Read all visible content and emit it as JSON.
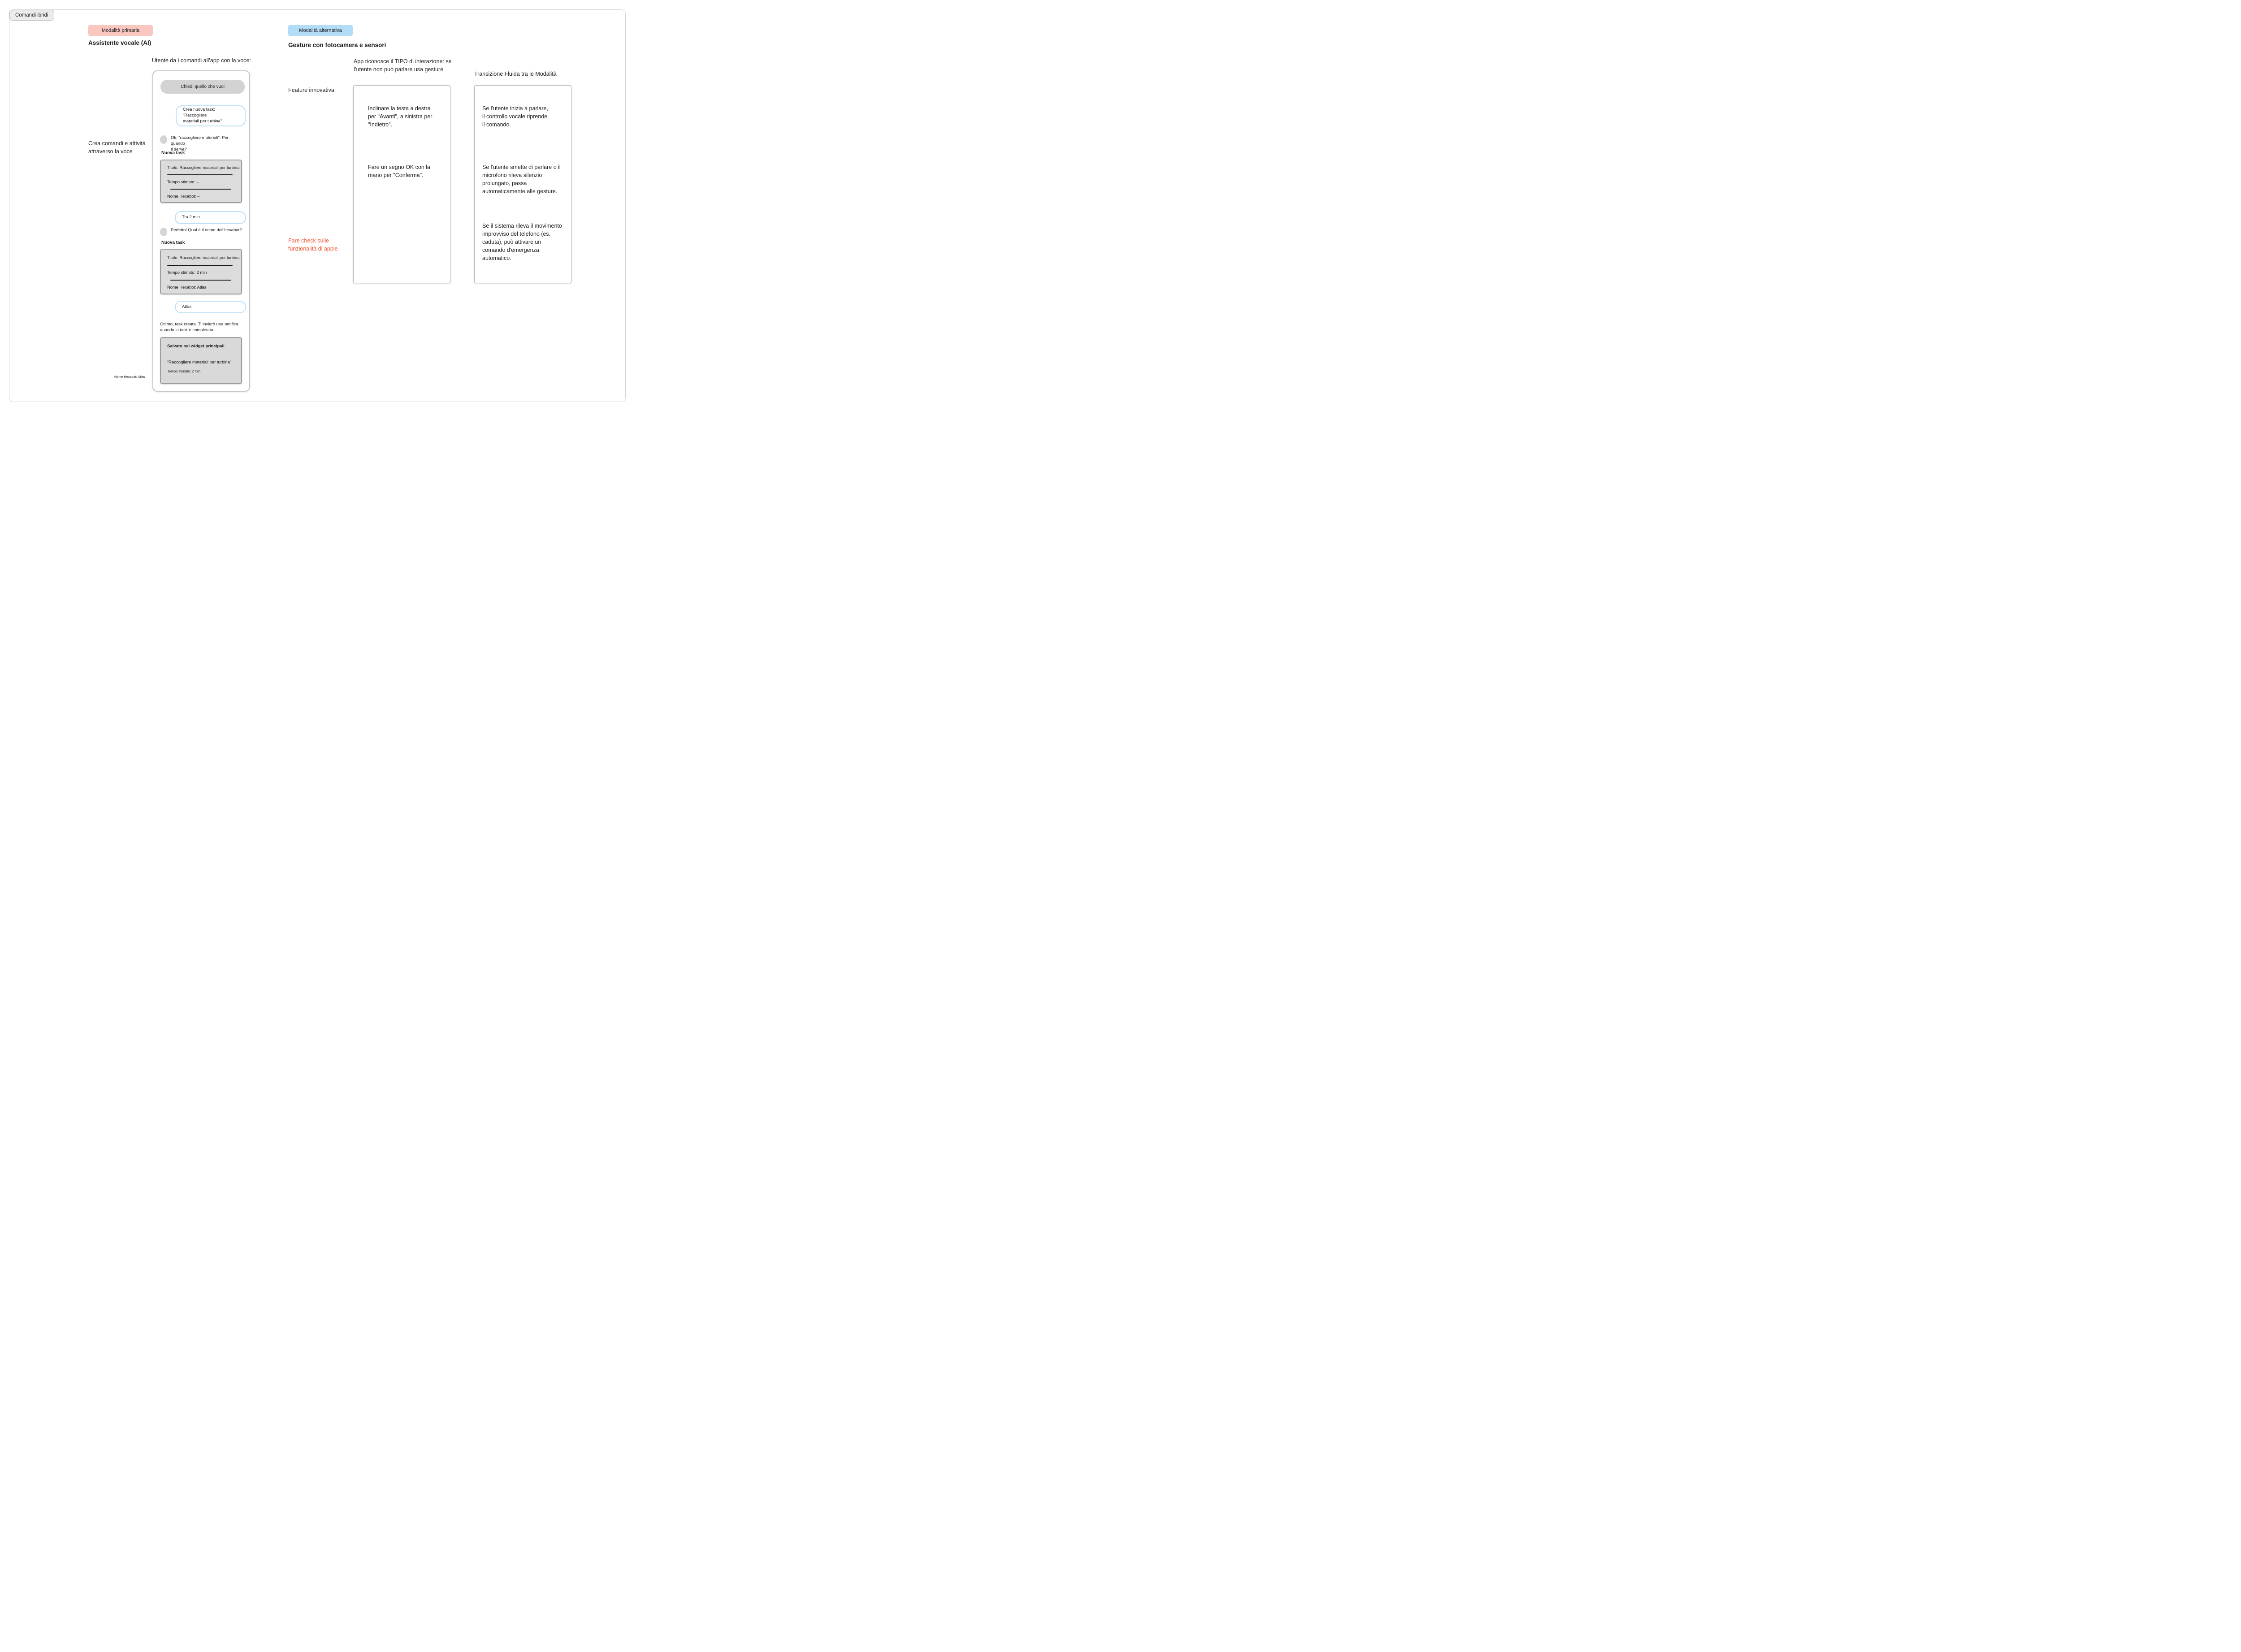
{
  "frame": {
    "tag": "Comandi ibridi"
  },
  "colors": {
    "primary_badge": "#f9c6c0",
    "alt_badge": "#b3dcf7",
    "accent_red": "#ef502c",
    "bubble_border": "#bddff8"
  },
  "primary": {
    "badge": "Modalità primaria",
    "heading": "Assistente vocale (AI)",
    "subtitle": "Utente da i comandi all’app con la voce:",
    "side_note": "Crea comandi e attività\nattraverso la voce",
    "bottom_note": "Nome Hexabot: Atlas",
    "phone": {
      "prompt_pill": "Chiedi quello che vuoi",
      "user_msg_1": "Crea nuova task: “Raccogliere\nmateriali per turbina”",
      "bot_msg_1": "Ok, “raccogliere materiali”. Per quando\nti serve?",
      "task_label_1": "Nuova task",
      "task_card_1": {
        "titolo": "Titolo: Raccogliere materiali per turbina",
        "tempo": "Tempo stimato: –",
        "nome": "Nome Hexabot: –"
      },
      "user_msg_2": "Tra 2 min",
      "bot_msg_2": "Perfetto! Qual è il nome dell’hexabot?",
      "task_label_2": "Nuova task",
      "task_card_2": {
        "titolo": "Titolo: Raccogliere materiali per turbina",
        "tempo": "Tempo stimato: 2 min",
        "nome": "Nome Hexabot: Atlas"
      },
      "user_msg_3": "Atlas",
      "bot_msg_3": "Ottimo, task creata. Ti invierò una notifica\nquando la task è completata.",
      "widget_card": {
        "title": "Salvato nei widget principali",
        "task": "“Raccogliere materiali per turbina”",
        "tempo": "Tempo stimato: 2 min"
      }
    }
  },
  "alternative": {
    "badge": "Modalità alternativa",
    "heading": "Gesture con fotocamera e sensori",
    "recognition_note": "App riconosce il TIPO di interazione: se\nl’utente non può parlare usa gesture",
    "transition_heading": "Transizione Fluida tra le Modalità",
    "feature_note": "Feature innovativa",
    "apple_check_note": "Fare check sulle\nfunzionalità di apple",
    "gesture_box": {
      "item_1": "Inclinare la testa a destra\nper \"Avanti\", a sinistra per\n\"Indietro\".",
      "item_2": "Fare un segno OK con la\nmano per \"Conferma\"."
    },
    "transition_box": {
      "item_1": "Se l'utente inizia a parlare,\nil controllo vocale riprende\nil comando.",
      "item_2": "Se l'utente smette di parlare o il\nmicrofono rileva silenzio\nprolungato, passa\nautomaticamente alle gesture.",
      "item_3": "Se il sistema rileva il movimento\nimprovviso del telefono (es.\ncaduta), può attivare un\ncomando d'emergenza\nautomatico."
    }
  }
}
